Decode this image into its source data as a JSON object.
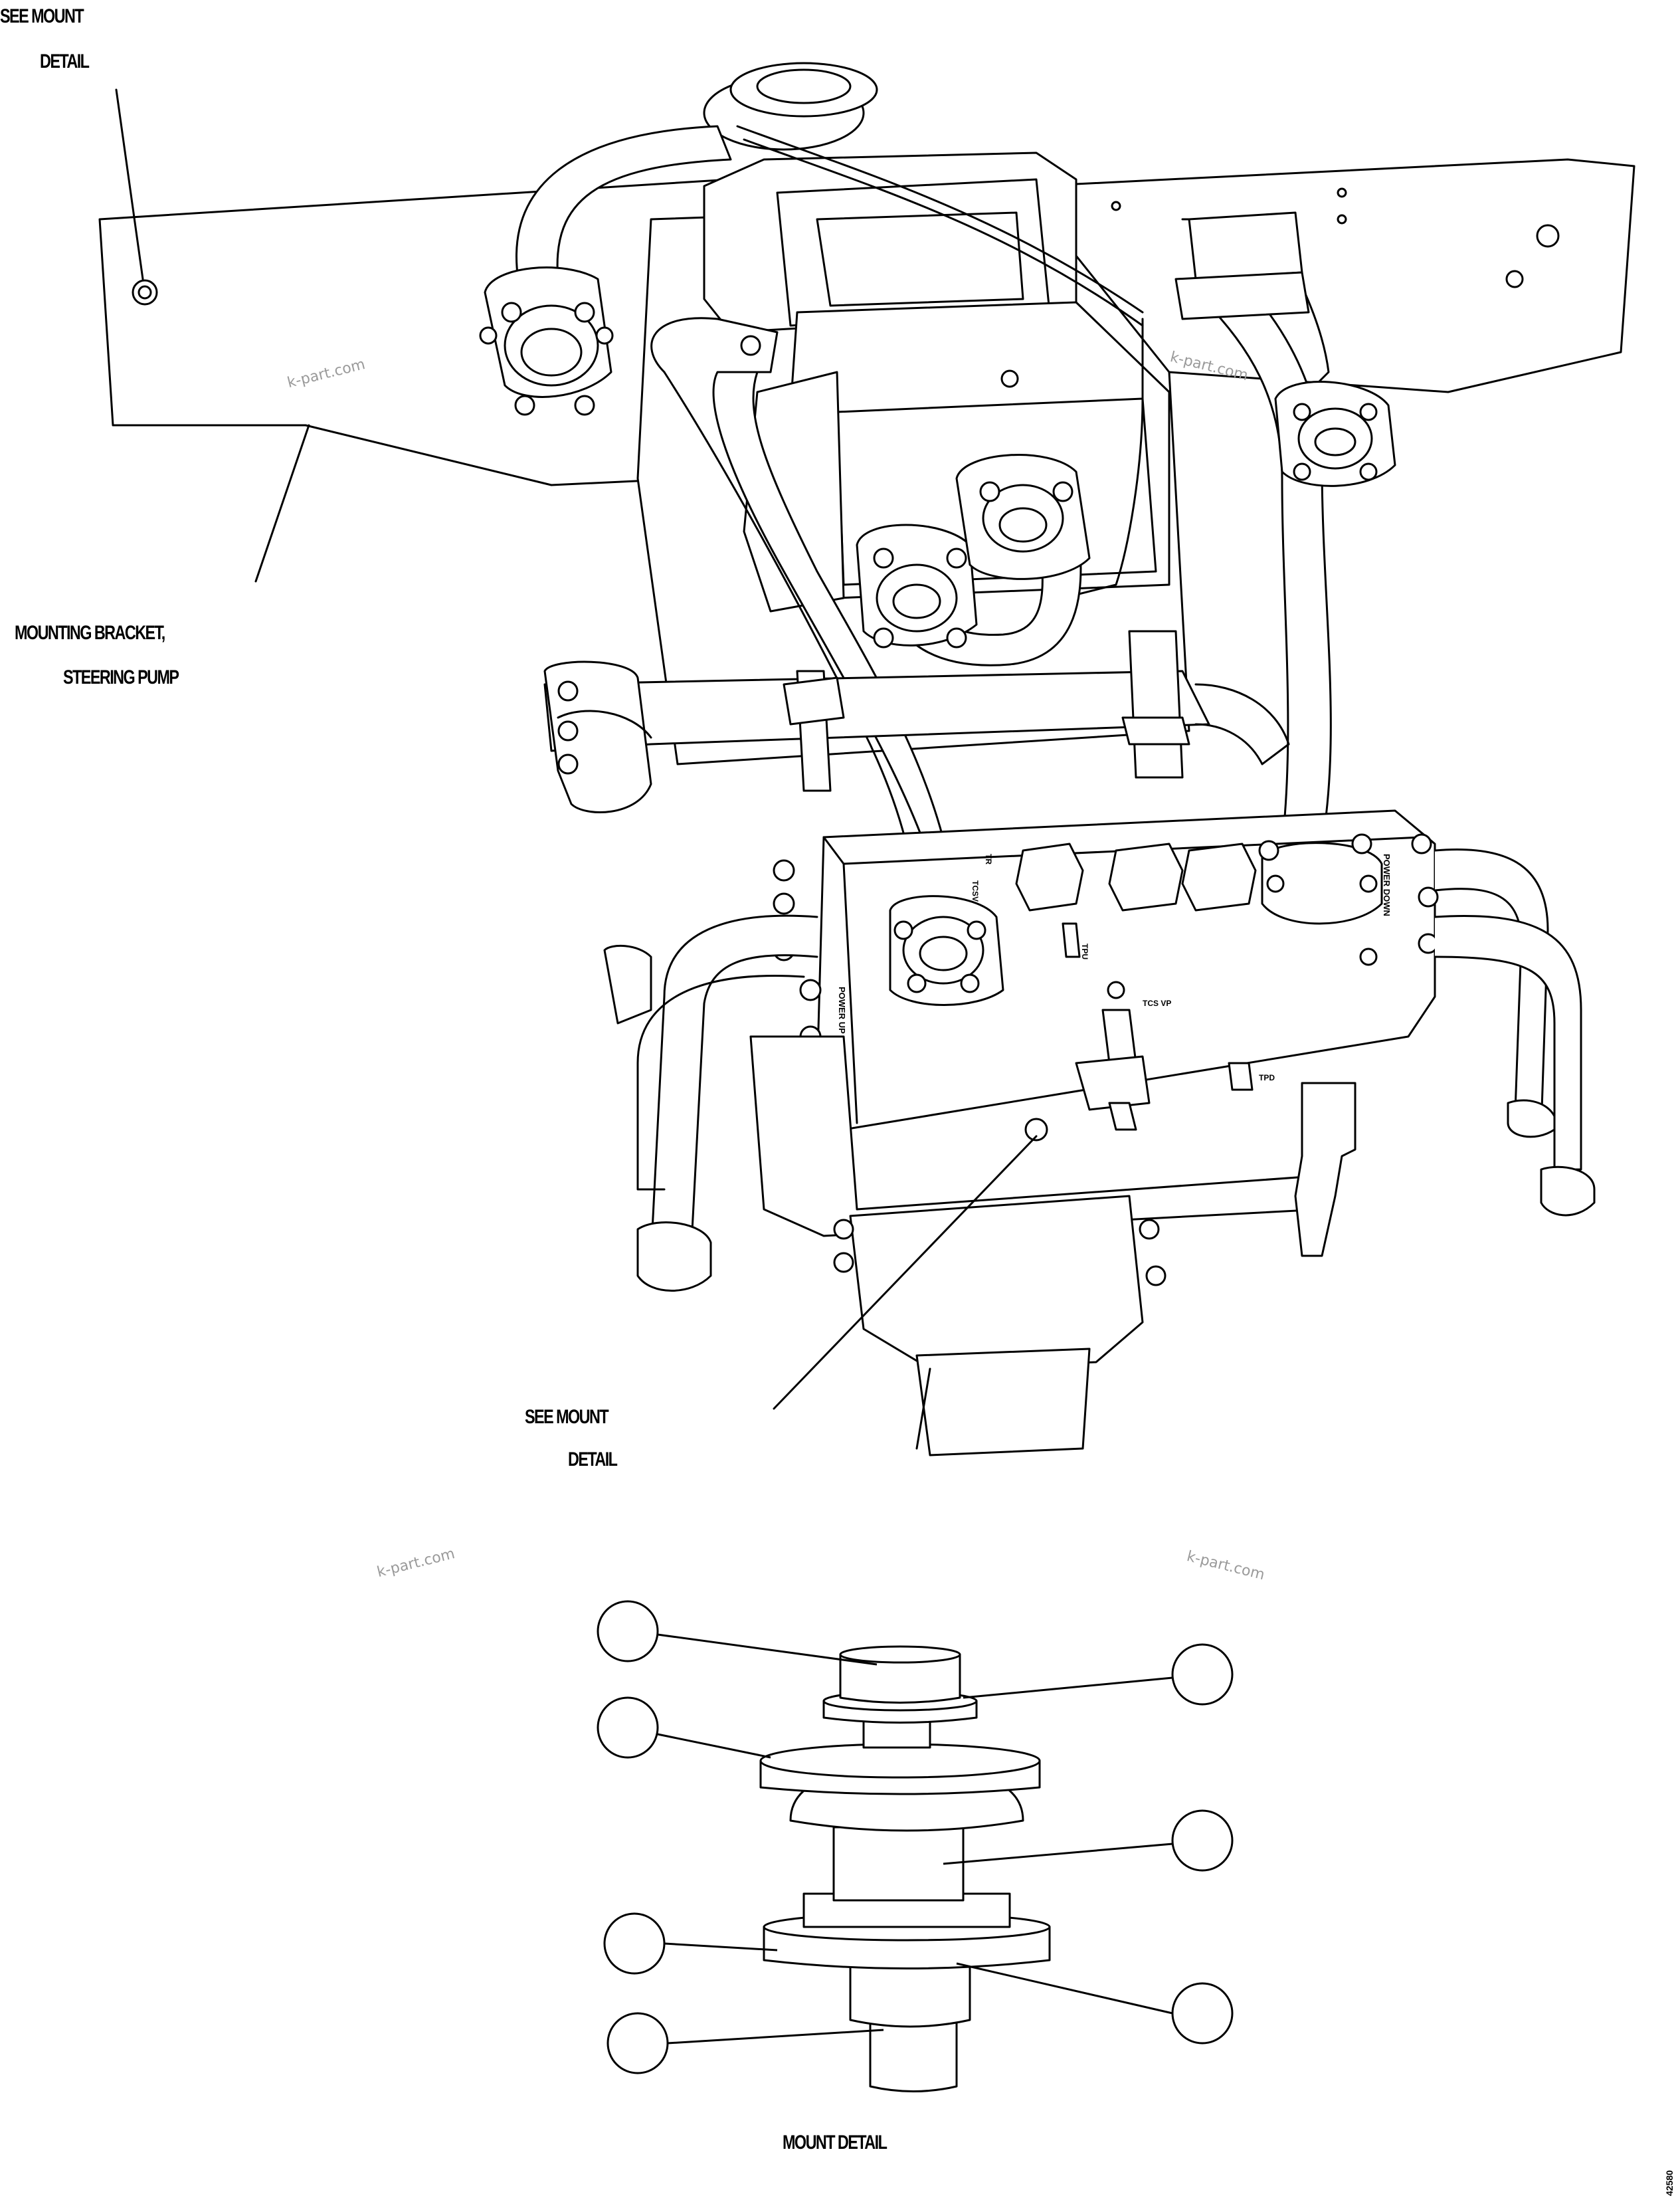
{
  "labels": {
    "see_mount_top_line1": "SEE MOUNT",
    "see_mount_top_line2": "DETAIL",
    "bracket_line1": "MOUNTING BRACKET,",
    "bracket_line2": "STEERING PUMP",
    "see_mount_mid_line1": "SEE MOUNT",
    "see_mount_mid_line2": "DETAIL",
    "mount_detail": "MOUNT DETAIL",
    "figure_number": "42580"
  },
  "valve_block_markings": {
    "power_up": "POWER UP",
    "power_down": "POWER DOWN",
    "tpu": "TPU",
    "tpd": "TPD",
    "tcs_vp": "TCS VP",
    "tr": "TR",
    "tcs": "TCSV"
  },
  "watermarks": [
    "k-part.com",
    "k-part.com",
    "k-part.com",
    "k-part.com"
  ],
  "callout_balloons": [
    "",
    "",
    "",
    "",
    "",
    "",
    ""
  ]
}
